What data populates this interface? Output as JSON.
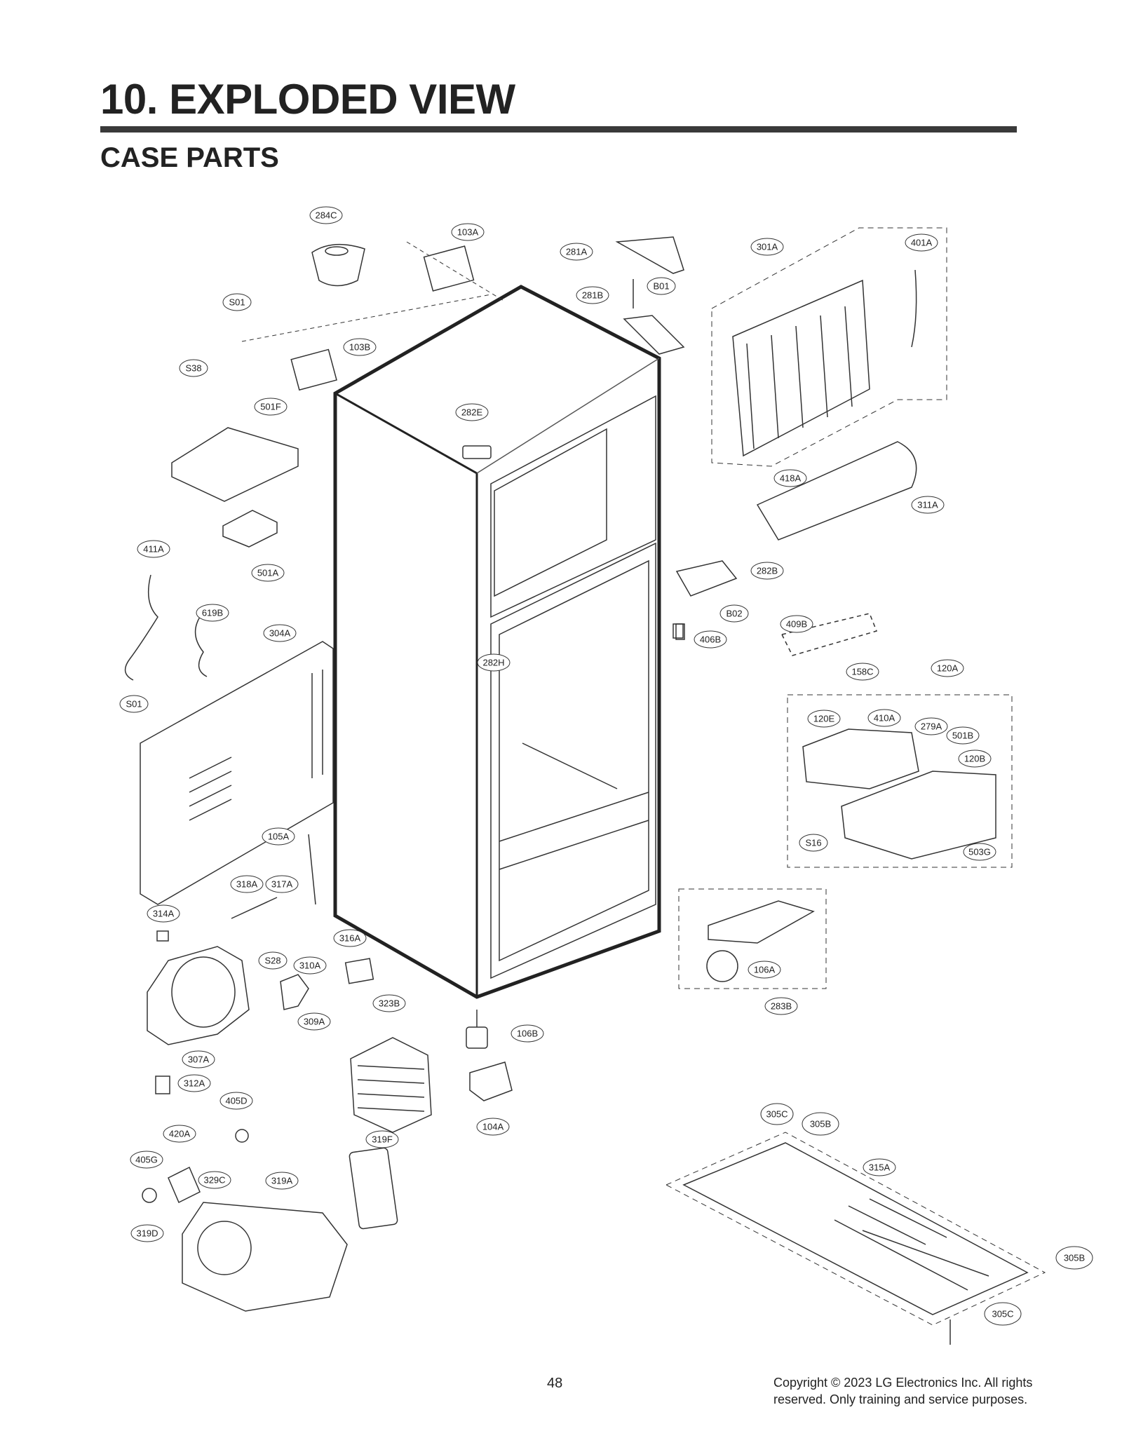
{
  "header": {
    "title": "10. EXPLODED VIEW",
    "subtitle": "CASE PARTS"
  },
  "footer": {
    "page_number": "48",
    "copyright_line1": "Copyright © 2023 LG Electronics Inc. All rights",
    "copyright_line2": "reserved. Only training and service purposes."
  },
  "part_labels": [
    "284C",
    "103A",
    "281A",
    "B01",
    "281B",
    "301A",
    "401A",
    "S01",
    "103B",
    "S38",
    "501F",
    "282E",
    "418A",
    "311A",
    "411A",
    "501A",
    "282B",
    "B02",
    "619B",
    "304A",
    "406B",
    "409B",
    "282H",
    "158C",
    "120A",
    "S01",
    "120E",
    "410A",
    "279A",
    "501B",
    "120B",
    "105A",
    "S16",
    "503G",
    "318A",
    "317A",
    "314A",
    "316A",
    "S28",
    "310A",
    "106A",
    "283B",
    "323B",
    "309A",
    "106B",
    "307A",
    "312A",
    "405D",
    "104A",
    "305C",
    "305B",
    "420A",
    "319F",
    "315A",
    "405G",
    "329C",
    "319A",
    "319D",
    "305B",
    "305C"
  ]
}
